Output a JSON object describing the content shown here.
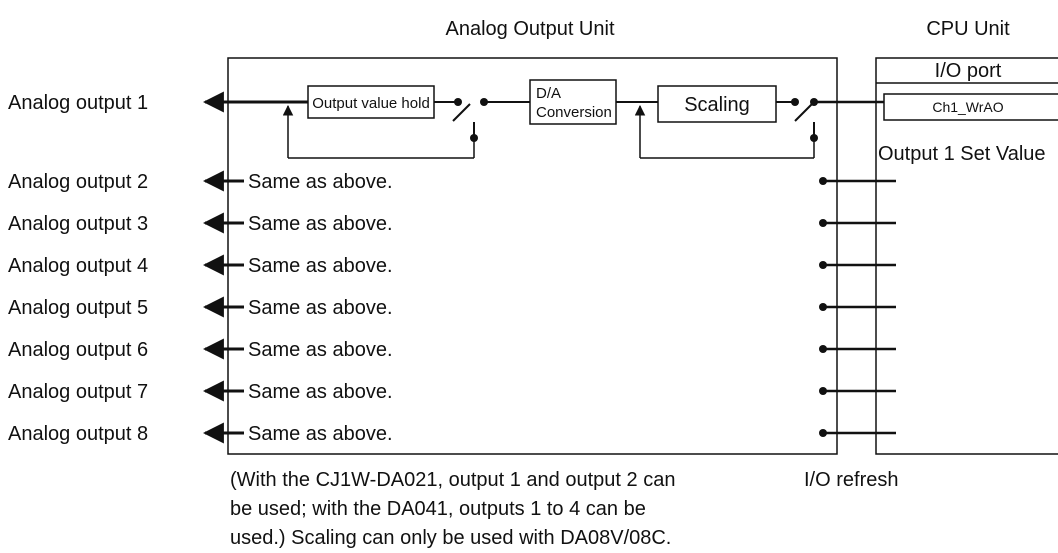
{
  "headers": {
    "analog_unit": "Analog Output Unit",
    "cpu_unit": "CPU Unit"
  },
  "analog_unit": {
    "hold_block": "Output value hold",
    "conversion_line1": "D/A",
    "conversion_line2": "Conversion",
    "scaling_block": "Scaling"
  },
  "cpu_unit": {
    "io_port": "I/O port",
    "variable": "Ch1_WrAO",
    "set_value_label": "Output 1 Set Value"
  },
  "outputs": [
    {
      "label": "Analog output 1"
    },
    {
      "label": "Analog output 2",
      "note": "Same as above."
    },
    {
      "label": "Analog output 3",
      "note": "Same as above."
    },
    {
      "label": "Analog output 4",
      "note": "Same as above."
    },
    {
      "label": "Analog output 5",
      "note": "Same as above."
    },
    {
      "label": "Analog output 6",
      "note": "Same as above."
    },
    {
      "label": "Analog output 7",
      "note": "Same as above."
    },
    {
      "label": "Analog output 8",
      "note": "Same as above."
    }
  ],
  "io_refresh": "I/O refresh",
  "footnote": [
    "(With the CJ1W-DA021, output 1 and output 2 can",
    "be used; with the DA041, outputs 1 to 4 can be",
    "used.) Scaling can only be used with DA08V/08C."
  ]
}
